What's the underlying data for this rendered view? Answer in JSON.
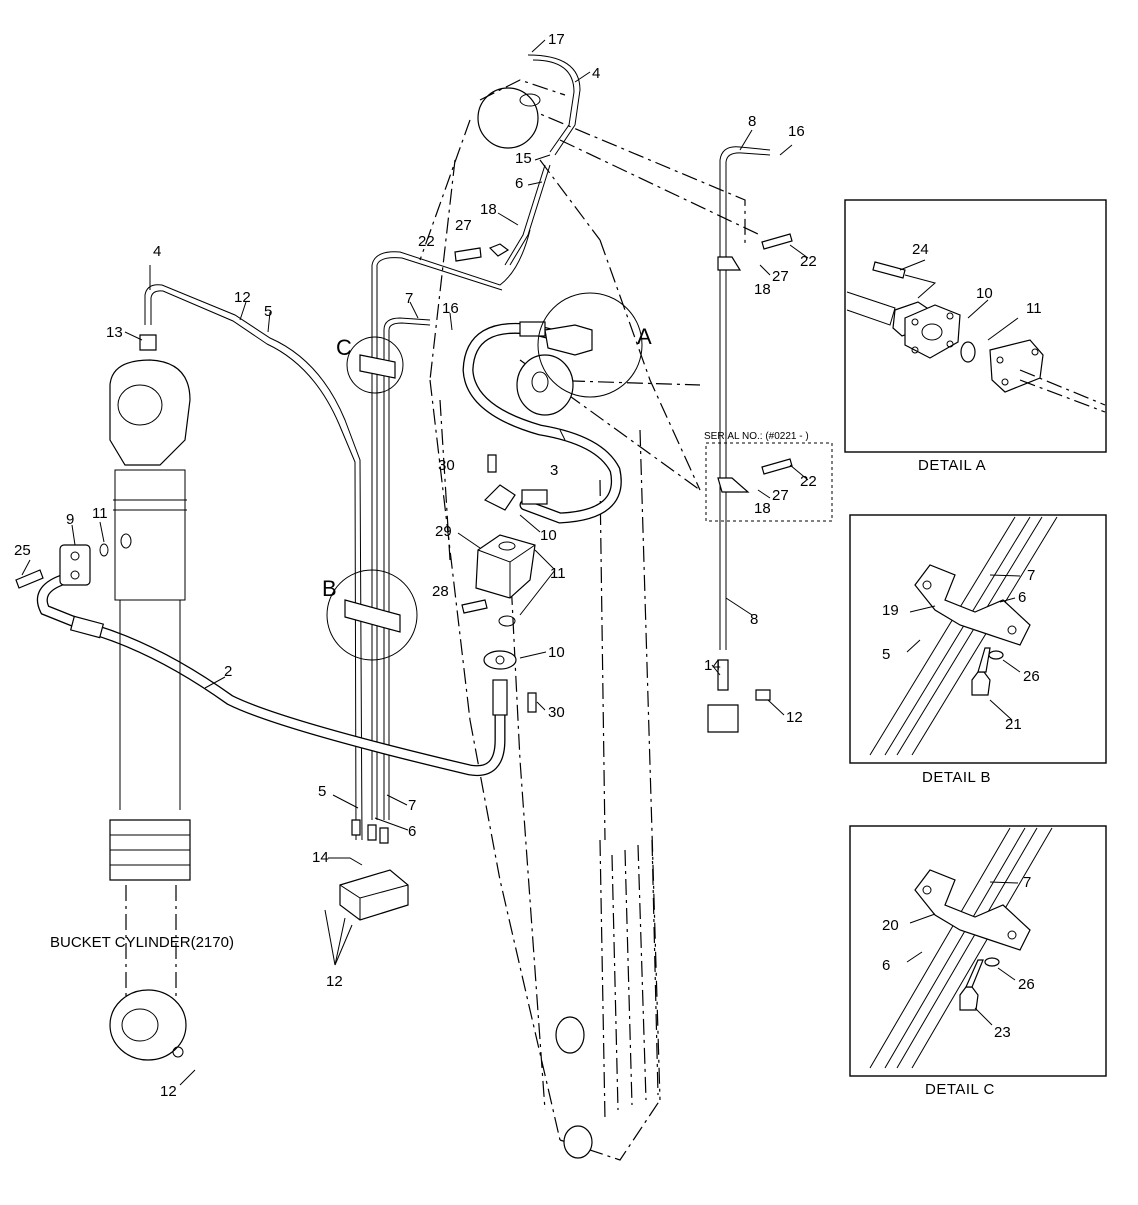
{
  "diagram": {
    "callouts": {
      "c17": "17",
      "c4_top": "4",
      "c8_top": "8",
      "c16_top": "16",
      "c15": "15",
      "c6_top": "6",
      "c18_top": "18",
      "c27_top": "27",
      "c22_top": "22",
      "c22_right": "22",
      "c27_right": "27",
      "c18_right": "18",
      "c4_left": "4",
      "c12_top": "12",
      "c5_top": "5",
      "c13": "13",
      "c7_top": "7",
      "c16_mid": "16",
      "c30_top": "30",
      "c3": "3",
      "c10_top": "10",
      "c29": "29",
      "c11_mid": "11",
      "c28": "28",
      "c10_mid": "10",
      "c30_bot": "30",
      "c9": "9",
      "c11_left": "11",
      "c25": "25",
      "c2": "2",
      "c22_serial": "22",
      "c27_serial": "27",
      "c18_serial": "18",
      "c8_mid": "8",
      "c14_right": "14",
      "c12_right": "12",
      "c5_bot": "5",
      "c7_bot": "7",
      "c6_bot": "6",
      "c14_bot": "14",
      "c12_bot": "12",
      "c12_cyl": "12"
    },
    "detail_markers": {
      "a": "A",
      "b": "B",
      "c": "C"
    },
    "serial_note": "SERIAL NO.: (#0221 - )",
    "bucket_cylinder_label": "BUCKET CYLINDER(2170)",
    "details": {
      "a": {
        "caption": "DETAIL  A",
        "labels": {
          "c24": "24",
          "c10": "10",
          "c11": "11"
        }
      },
      "b": {
        "caption": "DETAIL  B",
        "labels": {
          "c7": "7",
          "c6": "6",
          "c19": "19",
          "c5": "5",
          "c26": "26",
          "c21": "21"
        }
      },
      "c": {
        "caption": "DETAIL  C",
        "labels": {
          "c7": "7",
          "c20": "20",
          "c6": "6",
          "c26": "26",
          "c23": "23"
        }
      }
    }
  }
}
